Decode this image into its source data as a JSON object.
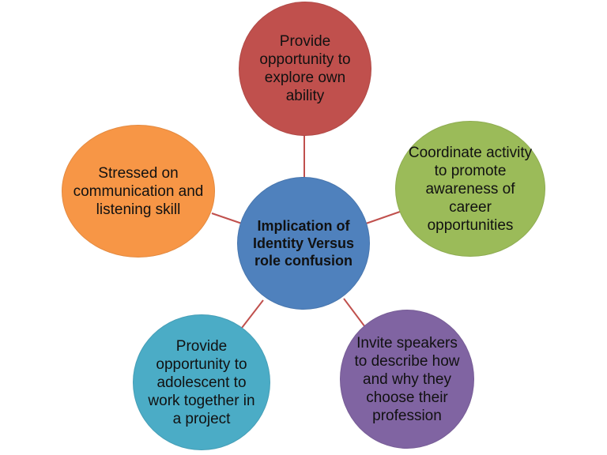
{
  "center": {
    "label": "Implication of Identity Versus role confusion",
    "color": "#4f81bd"
  },
  "nodes": {
    "top": {
      "label": "Provide opportunity to explore own ability",
      "color": "#c0504d"
    },
    "right": {
      "label": "Coordinate activity to promote awareness of career opportunities",
      "color": "#9bbb59"
    },
    "bottom_right": {
      "label": "Invite speakers to describe how and why they choose their profession",
      "color": "#8064a2"
    },
    "bottom_left": {
      "label": "Provide opportunity to adolescent to work together in a project",
      "color": "#4bacc6"
    },
    "left": {
      "label": "Stressed on communication and listening skill",
      "color": "#f79646"
    }
  },
  "connector_color": "#c0504d"
}
